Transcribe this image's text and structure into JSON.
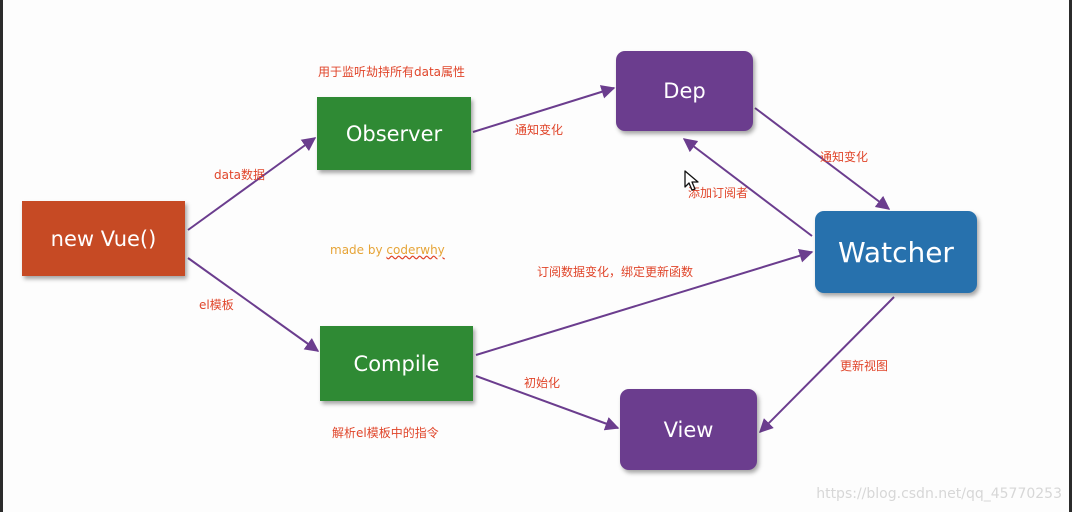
{
  "nodes": {
    "vue": "new Vue()",
    "observer": "Observer",
    "compile": "Compile",
    "dep": "Dep",
    "view": "View",
    "watcher": "Watcher"
  },
  "labels": {
    "observer_desc": "用于监听劫持所有data属性",
    "data": "data数据",
    "el": "el模板",
    "notify_dep": "通知变化",
    "notify_watcher": "通知变化",
    "add_subscriber": "添加订阅者",
    "subscribe": "订阅数据变化，绑定更新函数",
    "init": "初始化",
    "update_view": "更新视图",
    "compile_desc": "解析el模板中的指令",
    "made_by_prefix": "made by ",
    "made_by_author": "coderwhy"
  },
  "watermark": "https://blog.csdn.net/qq_45770253",
  "colors": {
    "vue": "#c64a24",
    "observer_compile": "#2f8a34",
    "dep_view": "#6b3d8e",
    "watcher": "#2771ad",
    "arrow": "#6b3d8e",
    "label": "#e0452a",
    "made_by": "#e6a437"
  },
  "icons": {
    "cursor": "mouse-pointer-icon"
  }
}
